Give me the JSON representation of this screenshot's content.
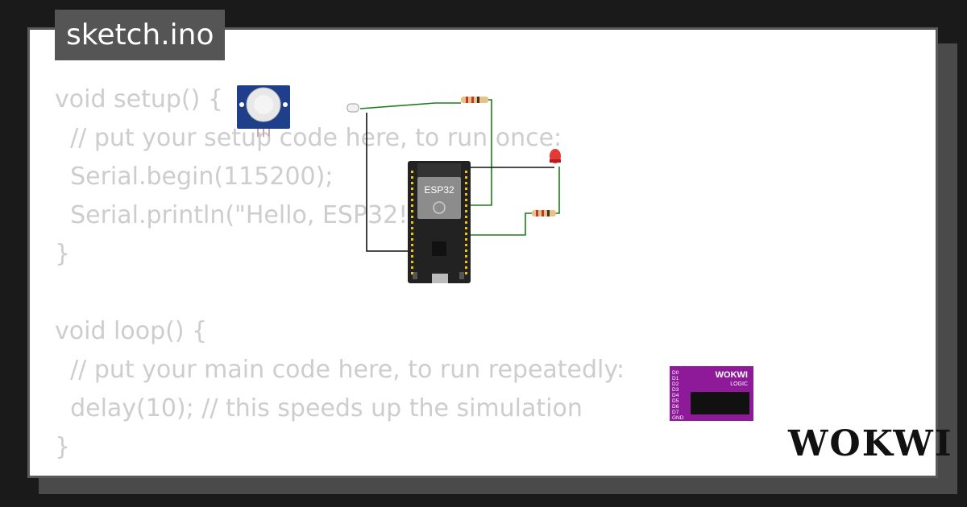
{
  "title": "sketch.ino",
  "code": {
    "lines": [
      "void setup() {",
      "  // put your setup code here, to run once:",
      "  Serial.begin(115200);",
      "  Serial.println(\"Hello, ESP32!\");",
      "}",
      "",
      "void loop() {",
      "  // put your main code here, to run repeatedly:",
      "  delay(10); // this speeds up the simulation",
      "}"
    ]
  },
  "components": {
    "board_label": "ESP32",
    "logic_analyzer": {
      "brand": "WOKWI",
      "subtitle": "LOGIC",
      "pins": [
        "D0",
        "D1",
        "D2",
        "D3",
        "D4",
        "D5",
        "D6",
        "D7",
        "GND"
      ]
    }
  },
  "brand_logo": "WOKWI",
  "colors": {
    "wire": "#1a7f1a",
    "board": "#222222",
    "pin": "#f1c40f",
    "logic_analyzer": "#8e1a9a",
    "pir": "#1f3f8a",
    "led": "#e53935"
  }
}
